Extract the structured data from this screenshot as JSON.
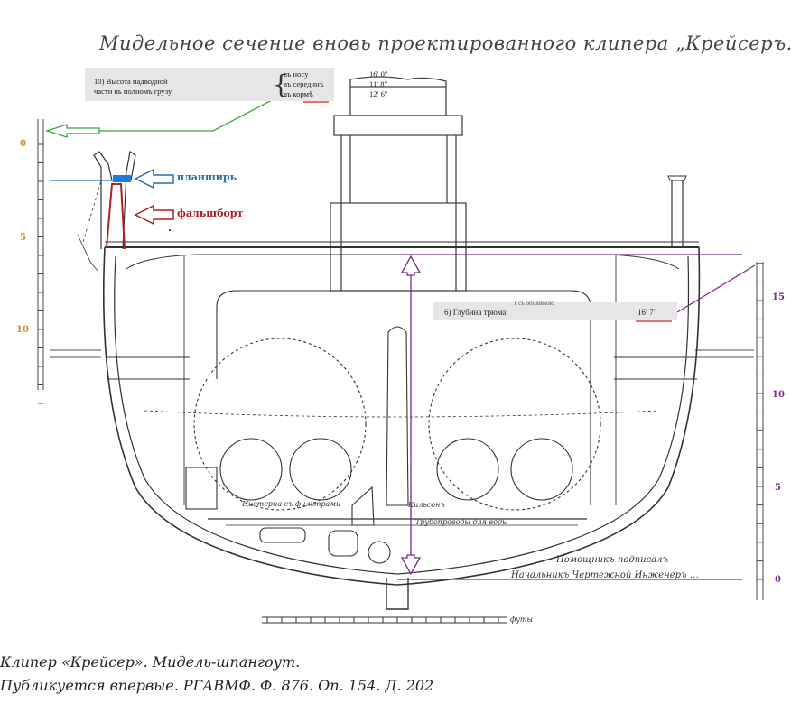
{
  "title": "Мидельное сечение вновь проектированного клипера „Крейсеръ.\"",
  "freeboard_table": {
    "label_line1": "10) Высота надводной",
    "label_line2": "части въ полномъ грузу",
    "rows": [
      {
        "position": "въ носу",
        "value": "16′ 0″"
      },
      {
        "position": "въ серединѣ",
        "value": "11′ 8″"
      },
      {
        "position": "въ кормѣ",
        "value": "12′ 6″"
      }
    ]
  },
  "hold_table": {
    "cut_text": "( съ обшивкою",
    "label": "6) Глубина трюма",
    "value": "16′ 7″"
  },
  "labels": {
    "planshir": "планширь",
    "falshbort": "фальшборт"
  },
  "left_scale": [
    "0",
    "5",
    "10"
  ],
  "right_scale": [
    "15",
    "10",
    "5",
    "0"
  ],
  "handwritten": {
    "tank_left": "Цистерна съ фильтрами",
    "keelson": "Кильсонъ",
    "pipes": "Трубопроводы для воды",
    "signed": "Помощникъ подписалъ",
    "chief": "Начальникъ Чертежной Инженеръ …",
    "scale_word": "футы"
  },
  "caption": {
    "line1": "Клипер «Крейсер». Мидель-шпангоут.",
    "line2": "Публикуется впервые. РГАВМФ. Ф. 876. Оп. 154. Д. 202"
  },
  "colors": {
    "drawing": "#444444",
    "green_arrow": "#3aa83a",
    "blue": "#2a6fb0",
    "red": "#b02020",
    "purple": "#7a2a8a",
    "orange": "#d88a1e",
    "red_underline": "#d02020"
  }
}
